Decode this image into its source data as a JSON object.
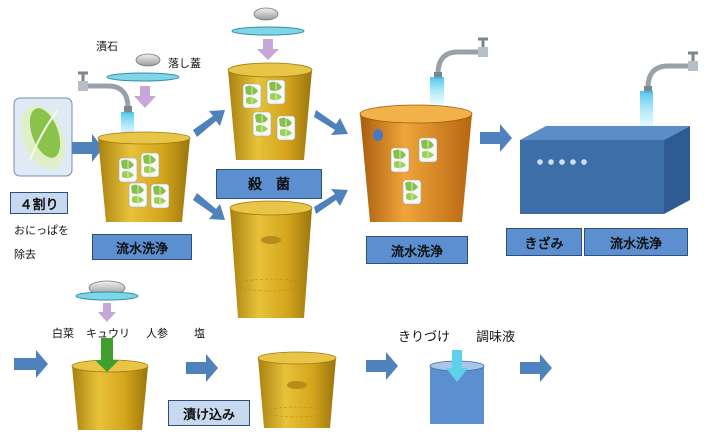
{
  "labels": {
    "tsukeishi": "漬石",
    "otoshibuta": "落し蓋",
    "yonwari": "４割り",
    "onikoppa_1": "おにっぱを",
    "onikoppa_2": "除去",
    "ryusui_1": "流水洗浄",
    "sakkin": "殺　菌",
    "ryusui_2": "流水洗浄",
    "kizami": "きざみ",
    "ryusui_3": "流水洗浄",
    "hakusai": "白菜",
    "kyuuri": "キュウリ",
    "ninjin": "人参",
    "shio": "塩",
    "tsukekomi": "漬け込み",
    "kiridzuke": "きりづけ",
    "choumieki": "調味液"
  },
  "colors": {
    "tank_gold": "#d4a51c",
    "tank_orange": "#d9821a",
    "arrow_blue": "#4f81bd",
    "machine_blue": "#3d6ea8",
    "water": "#5fd0ea",
    "lid_cyan": "#6fd0e0",
    "purple_arrow": "#c7a6d8",
    "green_insert": "#3f9e2c"
  },
  "icons": [
    "faucet-icon",
    "napa-cabbage-icon",
    "pressing-stone-icon",
    "drop-lid-icon",
    "process-arrow-icon"
  ]
}
